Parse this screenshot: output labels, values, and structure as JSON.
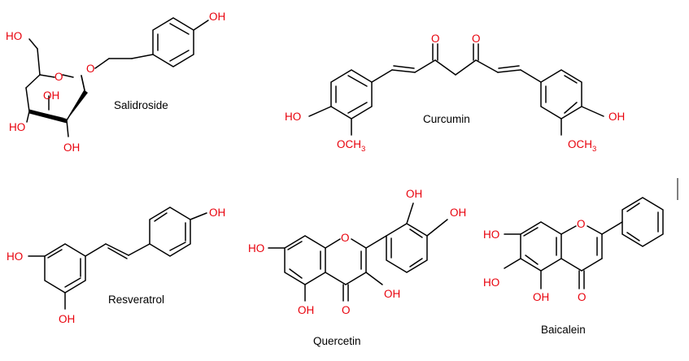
{
  "colors": {
    "bond": "#000000",
    "heteroatom": "#e8000b",
    "name_text": "#000000"
  },
  "molecules": {
    "salidroside": {
      "name": "Salidroside",
      "labels": {
        "oh_top": "OH",
        "ho_ch2": "HO",
        "ring_o": "O",
        "glyc_o": "O",
        "oh_inner": "OH",
        "ho_left": "HO",
        "oh_bottom": "OH"
      }
    },
    "curcumin": {
      "name": "Curcumin",
      "labels": {
        "o_left": "O",
        "o_right": "O",
        "ho_left": "HO",
        "oh_right": "OH"
      },
      "ome_left": {
        "pre": "OCH",
        "sub": "3"
      },
      "ome_right": {
        "pre": "OCH",
        "sub": "3"
      }
    },
    "resveratrol": {
      "name": "Resveratrol",
      "labels": {
        "oh_top": "OH",
        "ho_left": "HO",
        "oh_bottom": "OH"
      }
    },
    "quercetin": {
      "name": "Quercetin",
      "labels": {
        "oh_catechol_top": "OH",
        "oh_catechol_right": "OH",
        "ho_left": "HO",
        "ring_o": "O",
        "oh_c3": "OH",
        "oh_c5": "OH",
        "c4_o": "O"
      }
    },
    "baicalein": {
      "name": "Baicalein",
      "labels": {
        "ho_c7": "HO",
        "ho_c6": "HO",
        "ring_o": "O",
        "oh_c5": "OH",
        "c4_o": "O"
      }
    }
  }
}
